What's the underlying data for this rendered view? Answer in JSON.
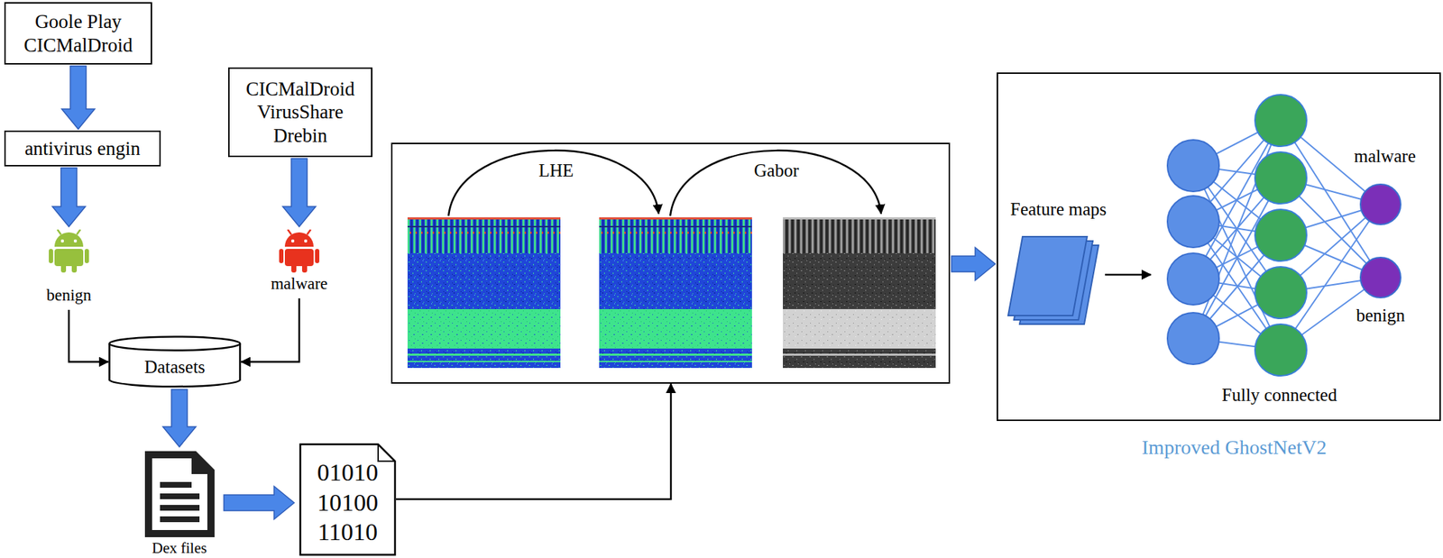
{
  "diagram": {
    "nodes": [
      {
        "text": [
          "Goole Play CICMalDroid"
        ]
      },
      {
        "text": [
          "antivirus engin"
        ]
      },
      {
        "text": [
          "benign"
        ]
      },
      {
        "text": [
          "CICMalDroid VirusShare Drebin"
        ]
      },
      {
        "text": [
          "malware"
        ]
      },
      {
        "text": [
          "Datasets"
        ]
      },
      {
        "text": [
          "Dex files"
        ]
      },
      {
        "text": [
          "01010 10100 11010"
        ]
      },
      {
        "text": [
          "LHE",
          "Gabor"
        ]
      },
      {
        "text": [
          "Improved GhostNetV2"
        ]
      }
    ],
    "edges": [
      {
        "from": 0,
        "to": 1,
        "arrow": "to"
      },
      {
        "from": 1,
        "to": 2,
        "arrow": "to"
      },
      {
        "from": 3,
        "to": 4,
        "arrow": "to"
      },
      {
        "from": 2,
        "to": 5,
        "arrow": "to"
      },
      {
        "from": 4,
        "to": 5,
        "arrow": "to"
      },
      {
        "from": 5,
        "to": 6,
        "arrow": "to"
      },
      {
        "from": 6,
        "to": 7,
        "arrow": "to"
      },
      {
        "from": 7,
        "to": 8,
        "arrow": "to"
      },
      {
        "from": 8,
        "to": 9,
        "arrow": "to"
      }
    ],
    "labels": [
      "Feature maps",
      "malware",
      "benign",
      "Fully connected"
    ]
  }
}
